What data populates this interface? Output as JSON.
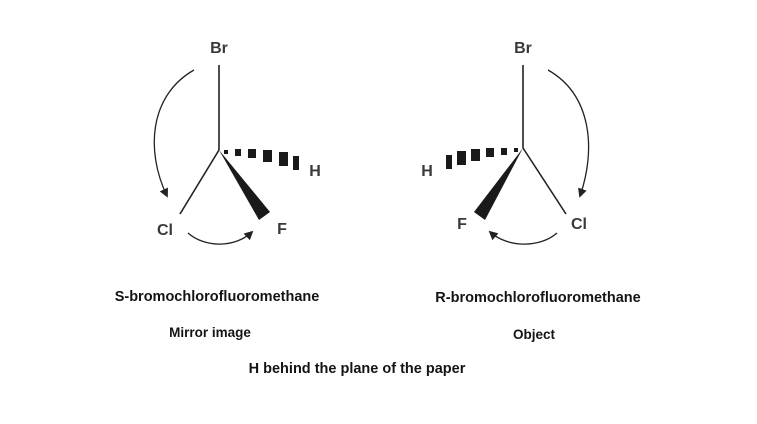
{
  "left_molecule": {
    "atoms": {
      "top": "Br",
      "right": "H",
      "lower_left": "Cl",
      "lower_right": "F"
    },
    "name": "S-bromochlorofluoromethane",
    "role": "Mirror image"
  },
  "right_molecule": {
    "atoms": {
      "top": "Br",
      "left": "H",
      "lower_left": "F",
      "lower_right": "Cl"
    },
    "name": "R-bromochlorofluoromethane",
    "role": "Object"
  },
  "note": "H behind the plane of the paper",
  "colors": {
    "ink": "#141414",
    "atom_label": "#3a3a3a",
    "bond": "#222222"
  }
}
